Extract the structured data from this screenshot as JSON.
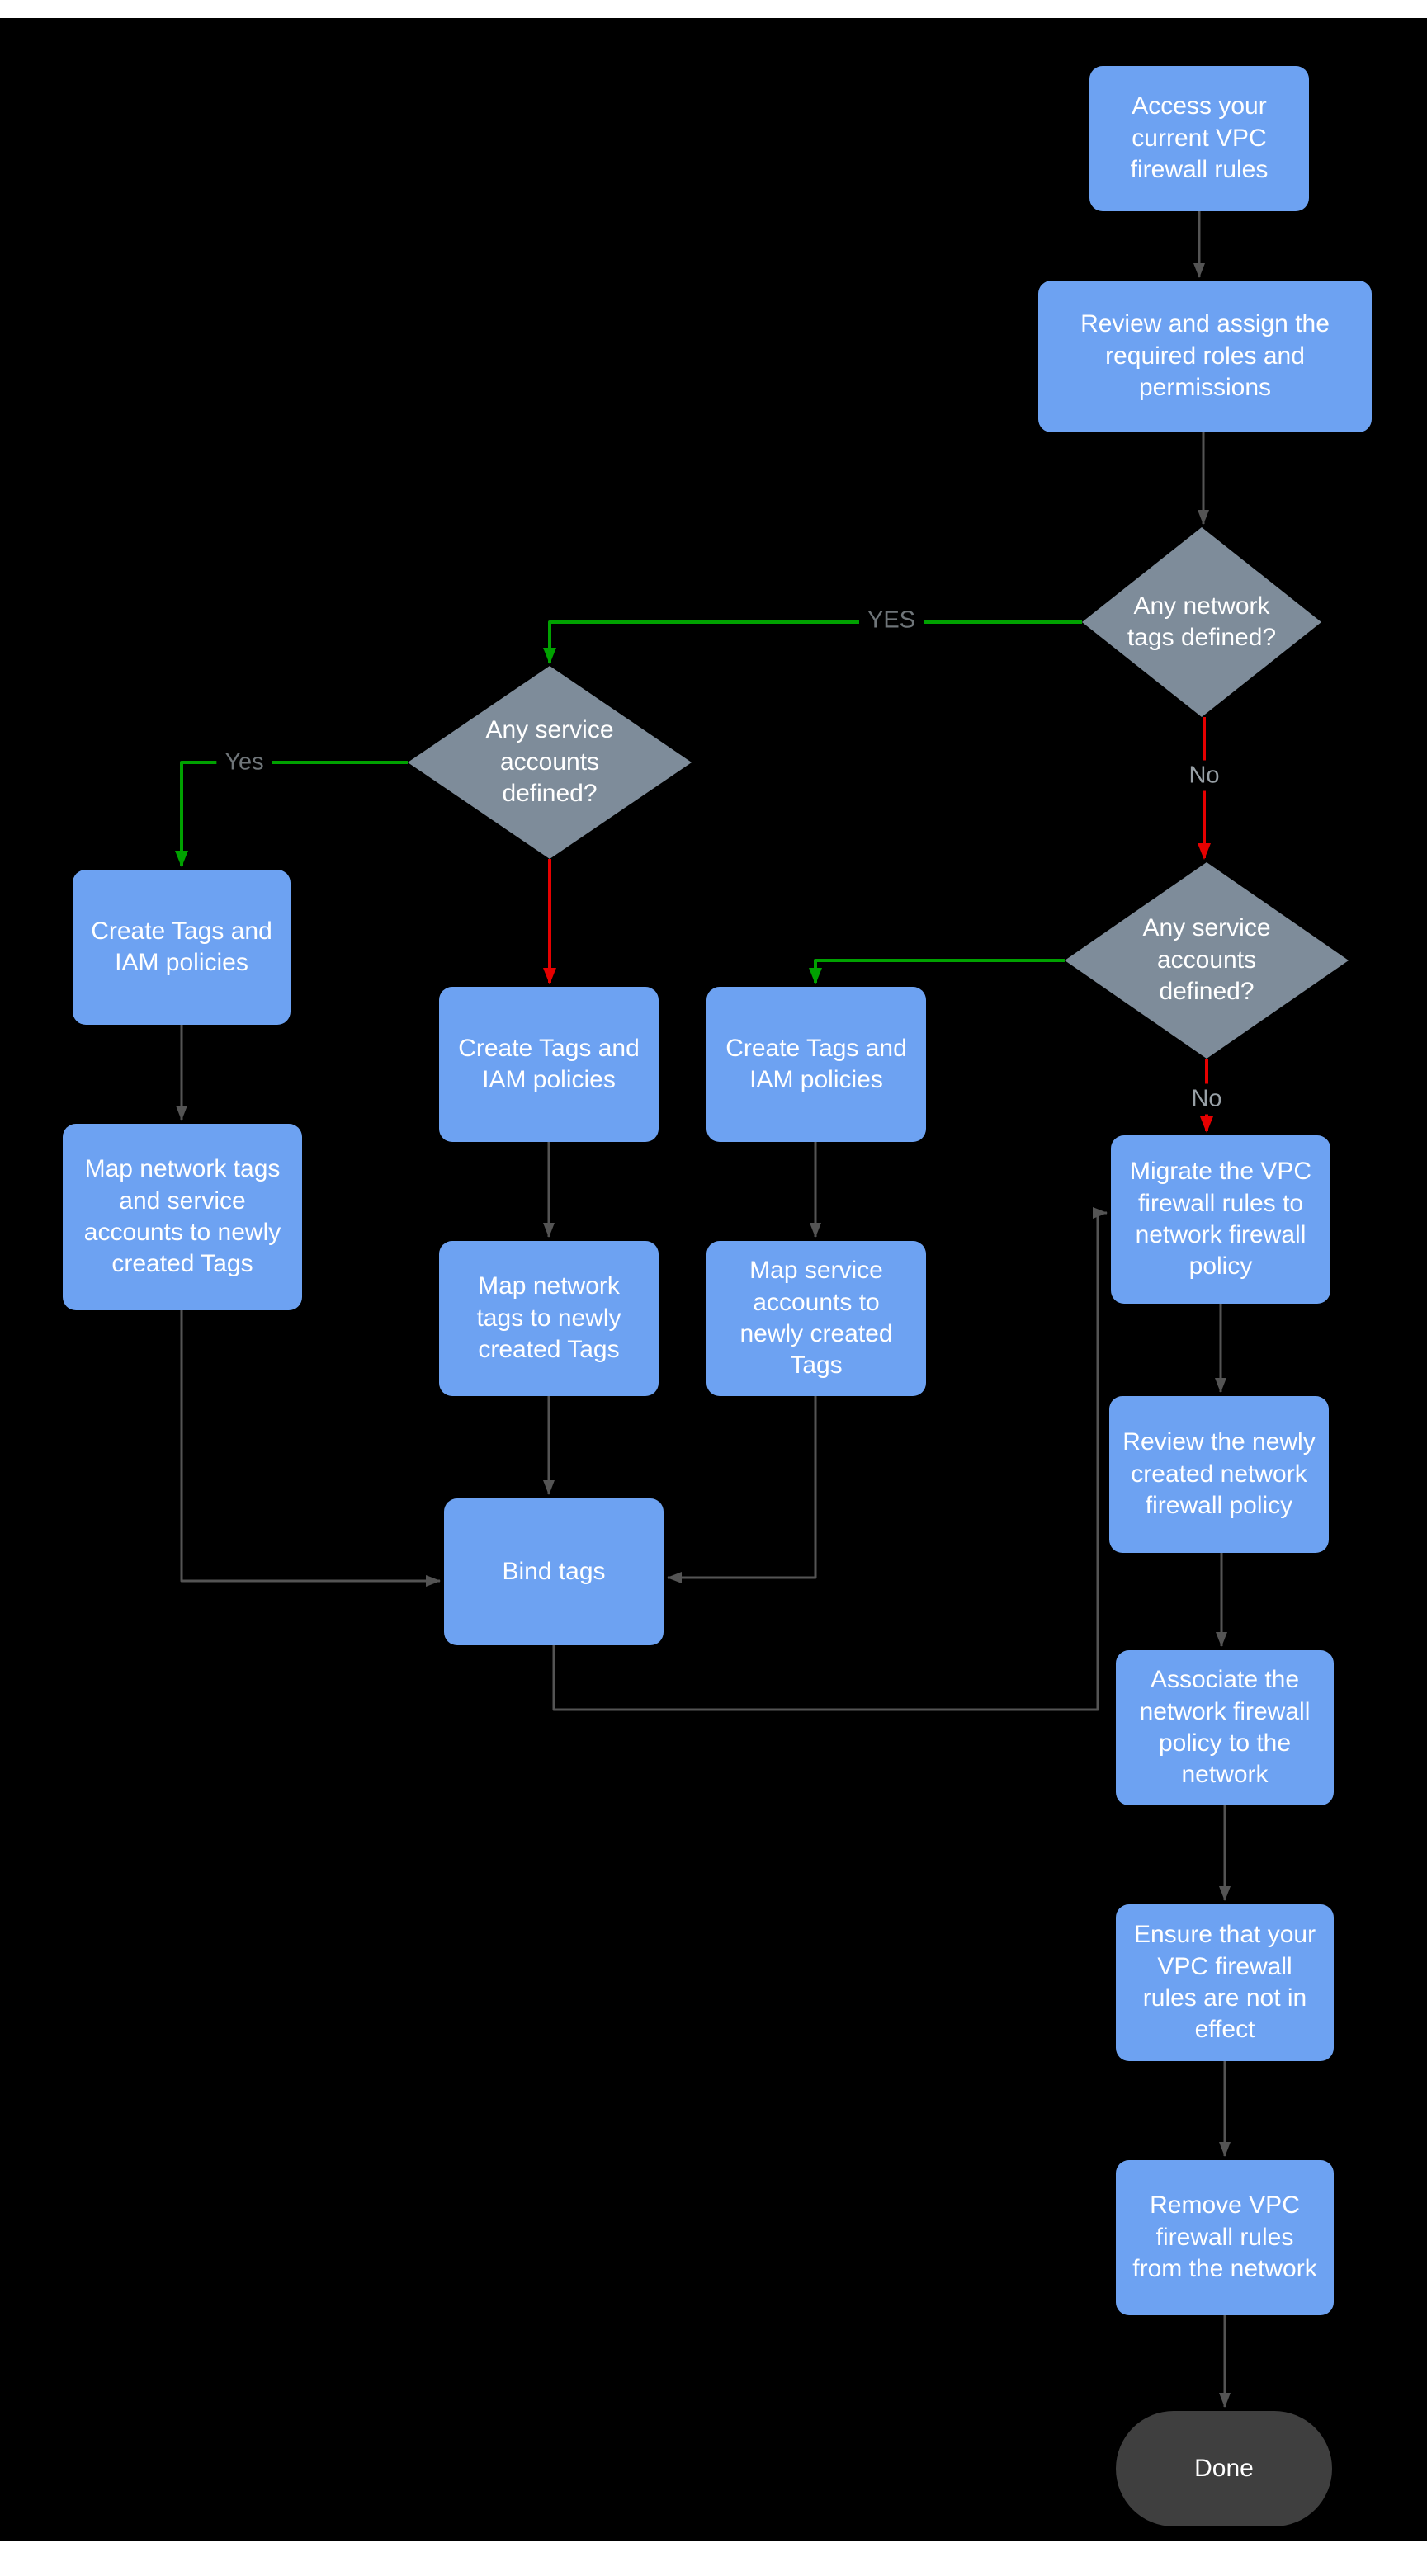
{
  "diagram": {
    "nodes": {
      "access": "Access your current VPC firewall rules",
      "review_roles": "Review and assign the required roles and permissions",
      "network_tags_decision": "Any network tags defined?",
      "service_accounts_decision_left": "Any service accounts defined?",
      "service_accounts_decision_right": "Any service accounts defined?",
      "create_tags_left": "Create Tags and IAM policies",
      "map_network_and_service": "Map network tags and service accounts to newly created Tags",
      "create_tags_mid": "Create Tags and IAM policies",
      "map_network_tags": "Map network tags to newly created Tags",
      "create_tags_right": "Create Tags and IAM policies",
      "map_service_accounts": "Map service accounts  to newly created Tags",
      "bind_tags": "Bind tags",
      "migrate": "Migrate the VPC firewall rules to network firewall policy",
      "review_policy": "Review the newly created network firewall policy",
      "associate": "Associate the network firewall policy to the network",
      "ensure": "Ensure that your VPC firewall rules are not in effect",
      "remove": "Remove  VPC firewall rules from the network",
      "done": "Done"
    },
    "edge_labels": {
      "yes_network_tags": "YES",
      "yes_service_accounts": "Yes",
      "no_network_tags": "No",
      "no_service_accounts": "No"
    },
    "colors": {
      "background": "#000000",
      "frame_bars": "#ffffff",
      "process_fill": "#6da2f2",
      "decision_fill": "#7e8c9a",
      "terminator_fill": "#3f3f3f",
      "connector": "#545454",
      "yes_branch": "#00a100",
      "no_branch": "#e60000",
      "node_text": "#ffffff"
    }
  }
}
